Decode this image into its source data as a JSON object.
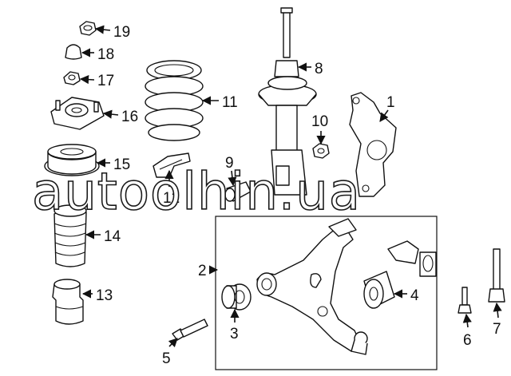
{
  "watermark": "autoolhin.ua",
  "callouts": {
    "c1": "1",
    "c2": "2",
    "c3": "3",
    "c4": "4",
    "c5": "5",
    "c6": "6",
    "c7": "7",
    "c8": "8",
    "c9": "9",
    "c10": "10",
    "c11": "11",
    "c12": "12",
    "c13": "13",
    "c14": "14",
    "c15": "15",
    "c16": "16",
    "c17": "17",
    "c18": "18",
    "c19": "19"
  }
}
